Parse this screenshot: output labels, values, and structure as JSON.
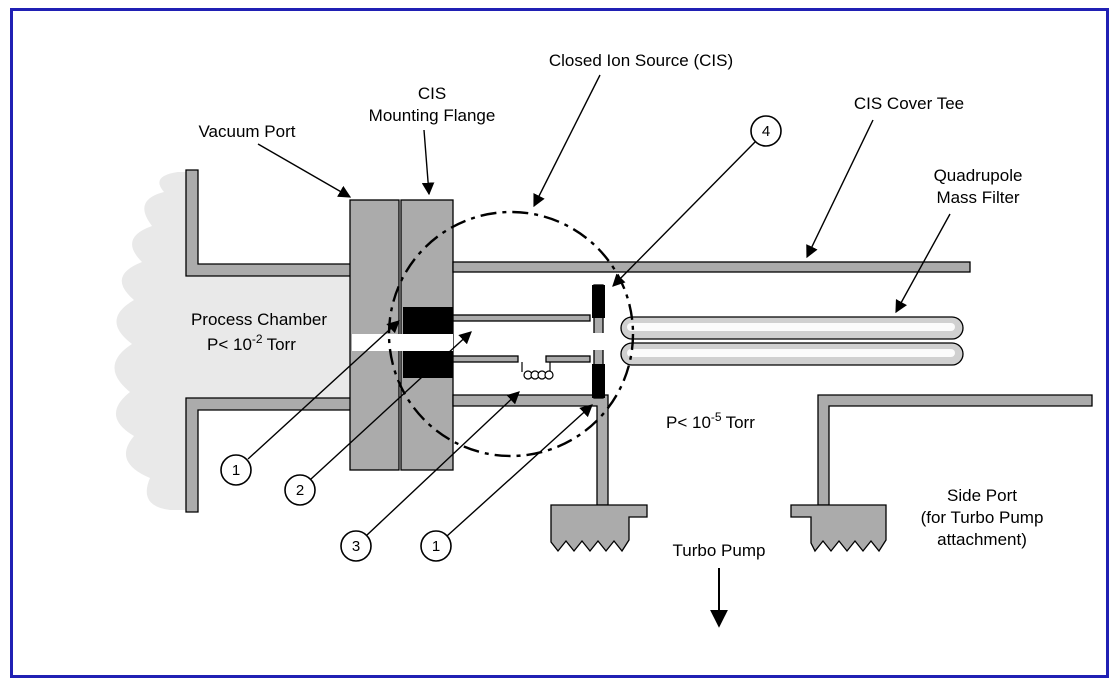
{
  "diagram": {
    "labels": {
      "closed_ion_source": "Closed Ion Source (CIS)",
      "cis_line1": "CIS",
      "cis_line2": "Mounting Flange",
      "vacuum_port": "Vacuum Port",
      "cis_cover_tee": "CIS Cover Tee",
      "quad_line1": "Quadrupole",
      "quad_line2": "Mass Filter",
      "chamber_line1": "Process Chamber",
      "chamber_p_base": "P< 10",
      "chamber_p_exp": "-2",
      "chamber_p_unit": "Torr",
      "cis_p_base": "P< 10",
      "cis_p_exp": "-5",
      "cis_p_unit": "Torr",
      "side_port_line1": "Side Port",
      "side_port_line2": "(for Turbo Pump",
      "side_port_line3": "attachment)",
      "turbo_pump": "Turbo Pump"
    },
    "callouts": [
      {
        "id": "1a",
        "label": "1"
      },
      {
        "id": "2",
        "label": "2"
      },
      {
        "id": "3",
        "label": "3"
      },
      {
        "id": "1b",
        "label": "1"
      },
      {
        "id": "4",
        "label": "4"
      }
    ],
    "colors": {
      "border_blue": "#2020b4",
      "wall_gray": "#ababab",
      "chamber_fill": "#e9e9e9",
      "rod_gray": "#d0d0d0"
    }
  }
}
